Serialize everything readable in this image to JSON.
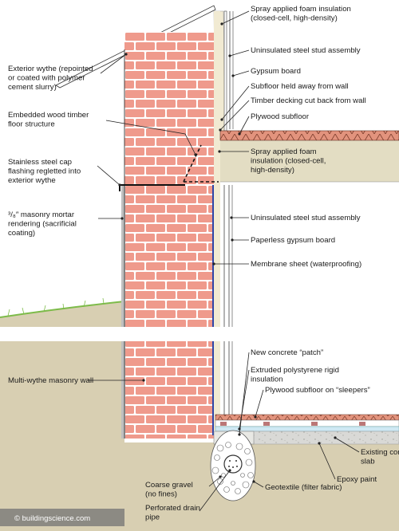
{
  "labels_right": [
    {
      "id": "spray-foam-top",
      "lines": [
        "Spray applied foam insulation",
        "(closed-cell, high-density)"
      ]
    },
    {
      "id": "stud-top",
      "lines": [
        "Uninsulated steel stud assembly"
      ]
    },
    {
      "id": "gypsum-board",
      "lines": [
        "Gypsum board"
      ]
    },
    {
      "id": "subfloor-held-away",
      "lines": [
        "Subfloor held away from wall"
      ]
    },
    {
      "id": "timber-decking",
      "lines": [
        "Timber decking cut back from wall"
      ]
    },
    {
      "id": "plywood-subfloor",
      "lines": [
        "Plywood subfloor"
      ]
    },
    {
      "id": "spray-foam-mid",
      "lines": [
        "Spray applied foam",
        "insulation (closed-cell,",
        "high-density)"
      ]
    },
    {
      "id": "stud-mid",
      "lines": [
        "Uninsulated steel stud assembly"
      ]
    },
    {
      "id": "paperless-gypsum",
      "lines": [
        "Paperless gypsum board"
      ]
    },
    {
      "id": "membrane-sheet",
      "lines": [
        "Membrane sheet (waterproofing)"
      ]
    },
    {
      "id": "concrete-patch",
      "lines": [
        "New concrete “patch”"
      ]
    },
    {
      "id": "xps",
      "lines": [
        "Extruded polystyrene rigid",
        "insulation"
      ]
    },
    {
      "id": "plywood-sleepers",
      "lines": [
        "Plywood subfloor on “sleepers”"
      ]
    },
    {
      "id": "existing-slab",
      "lines": [
        "Existing concrete",
        "slab"
      ]
    },
    {
      "id": "epoxy-paint",
      "lines": [
        "Epoxy paint"
      ]
    },
    {
      "id": "geotextile",
      "lines": [
        "Geotextile (filter fabric)"
      ]
    }
  ],
  "labels_left": [
    {
      "id": "exterior-wythe",
      "lines": [
        "Exterior wythe (repointed",
        "or coated with polymer",
        "cement slurry)"
      ]
    },
    {
      "id": "wood-timber",
      "lines": [
        "Embedded wood timber",
        "floor structure"
      ]
    },
    {
      "id": "steel-cap",
      "lines": [
        "Stainless steel cap",
        "flashing regletted into",
        "exterior wythe"
      ]
    },
    {
      "id": "mortar-rendering",
      "lines": [
        "³/₈″ masonry mortar",
        "rendering (sacrificial",
        "coating)"
      ]
    },
    {
      "id": "multi-wythe",
      "lines": [
        "Multi-wythe masonry wall"
      ]
    },
    {
      "id": "coarse-gravel",
      "lines": [
        "Coarse gravel",
        "(no fines)"
      ]
    },
    {
      "id": "drain-pipe",
      "lines": [
        "Perforated drain",
        "pipe"
      ]
    }
  ],
  "copyright": "© buildingscience.com",
  "colors": {
    "brick": "#ef9a8c",
    "mortar": "#ffffff",
    "soil": "#d8cfb2",
    "foam": "#f1ead2",
    "joist": "#e3ddc3",
    "membrane": "#2f45a8",
    "decking": "#e2937d",
    "xps": "#cfe8f3",
    "grass": "#7dbb4a",
    "copyright_bg": "#8c8a83"
  }
}
